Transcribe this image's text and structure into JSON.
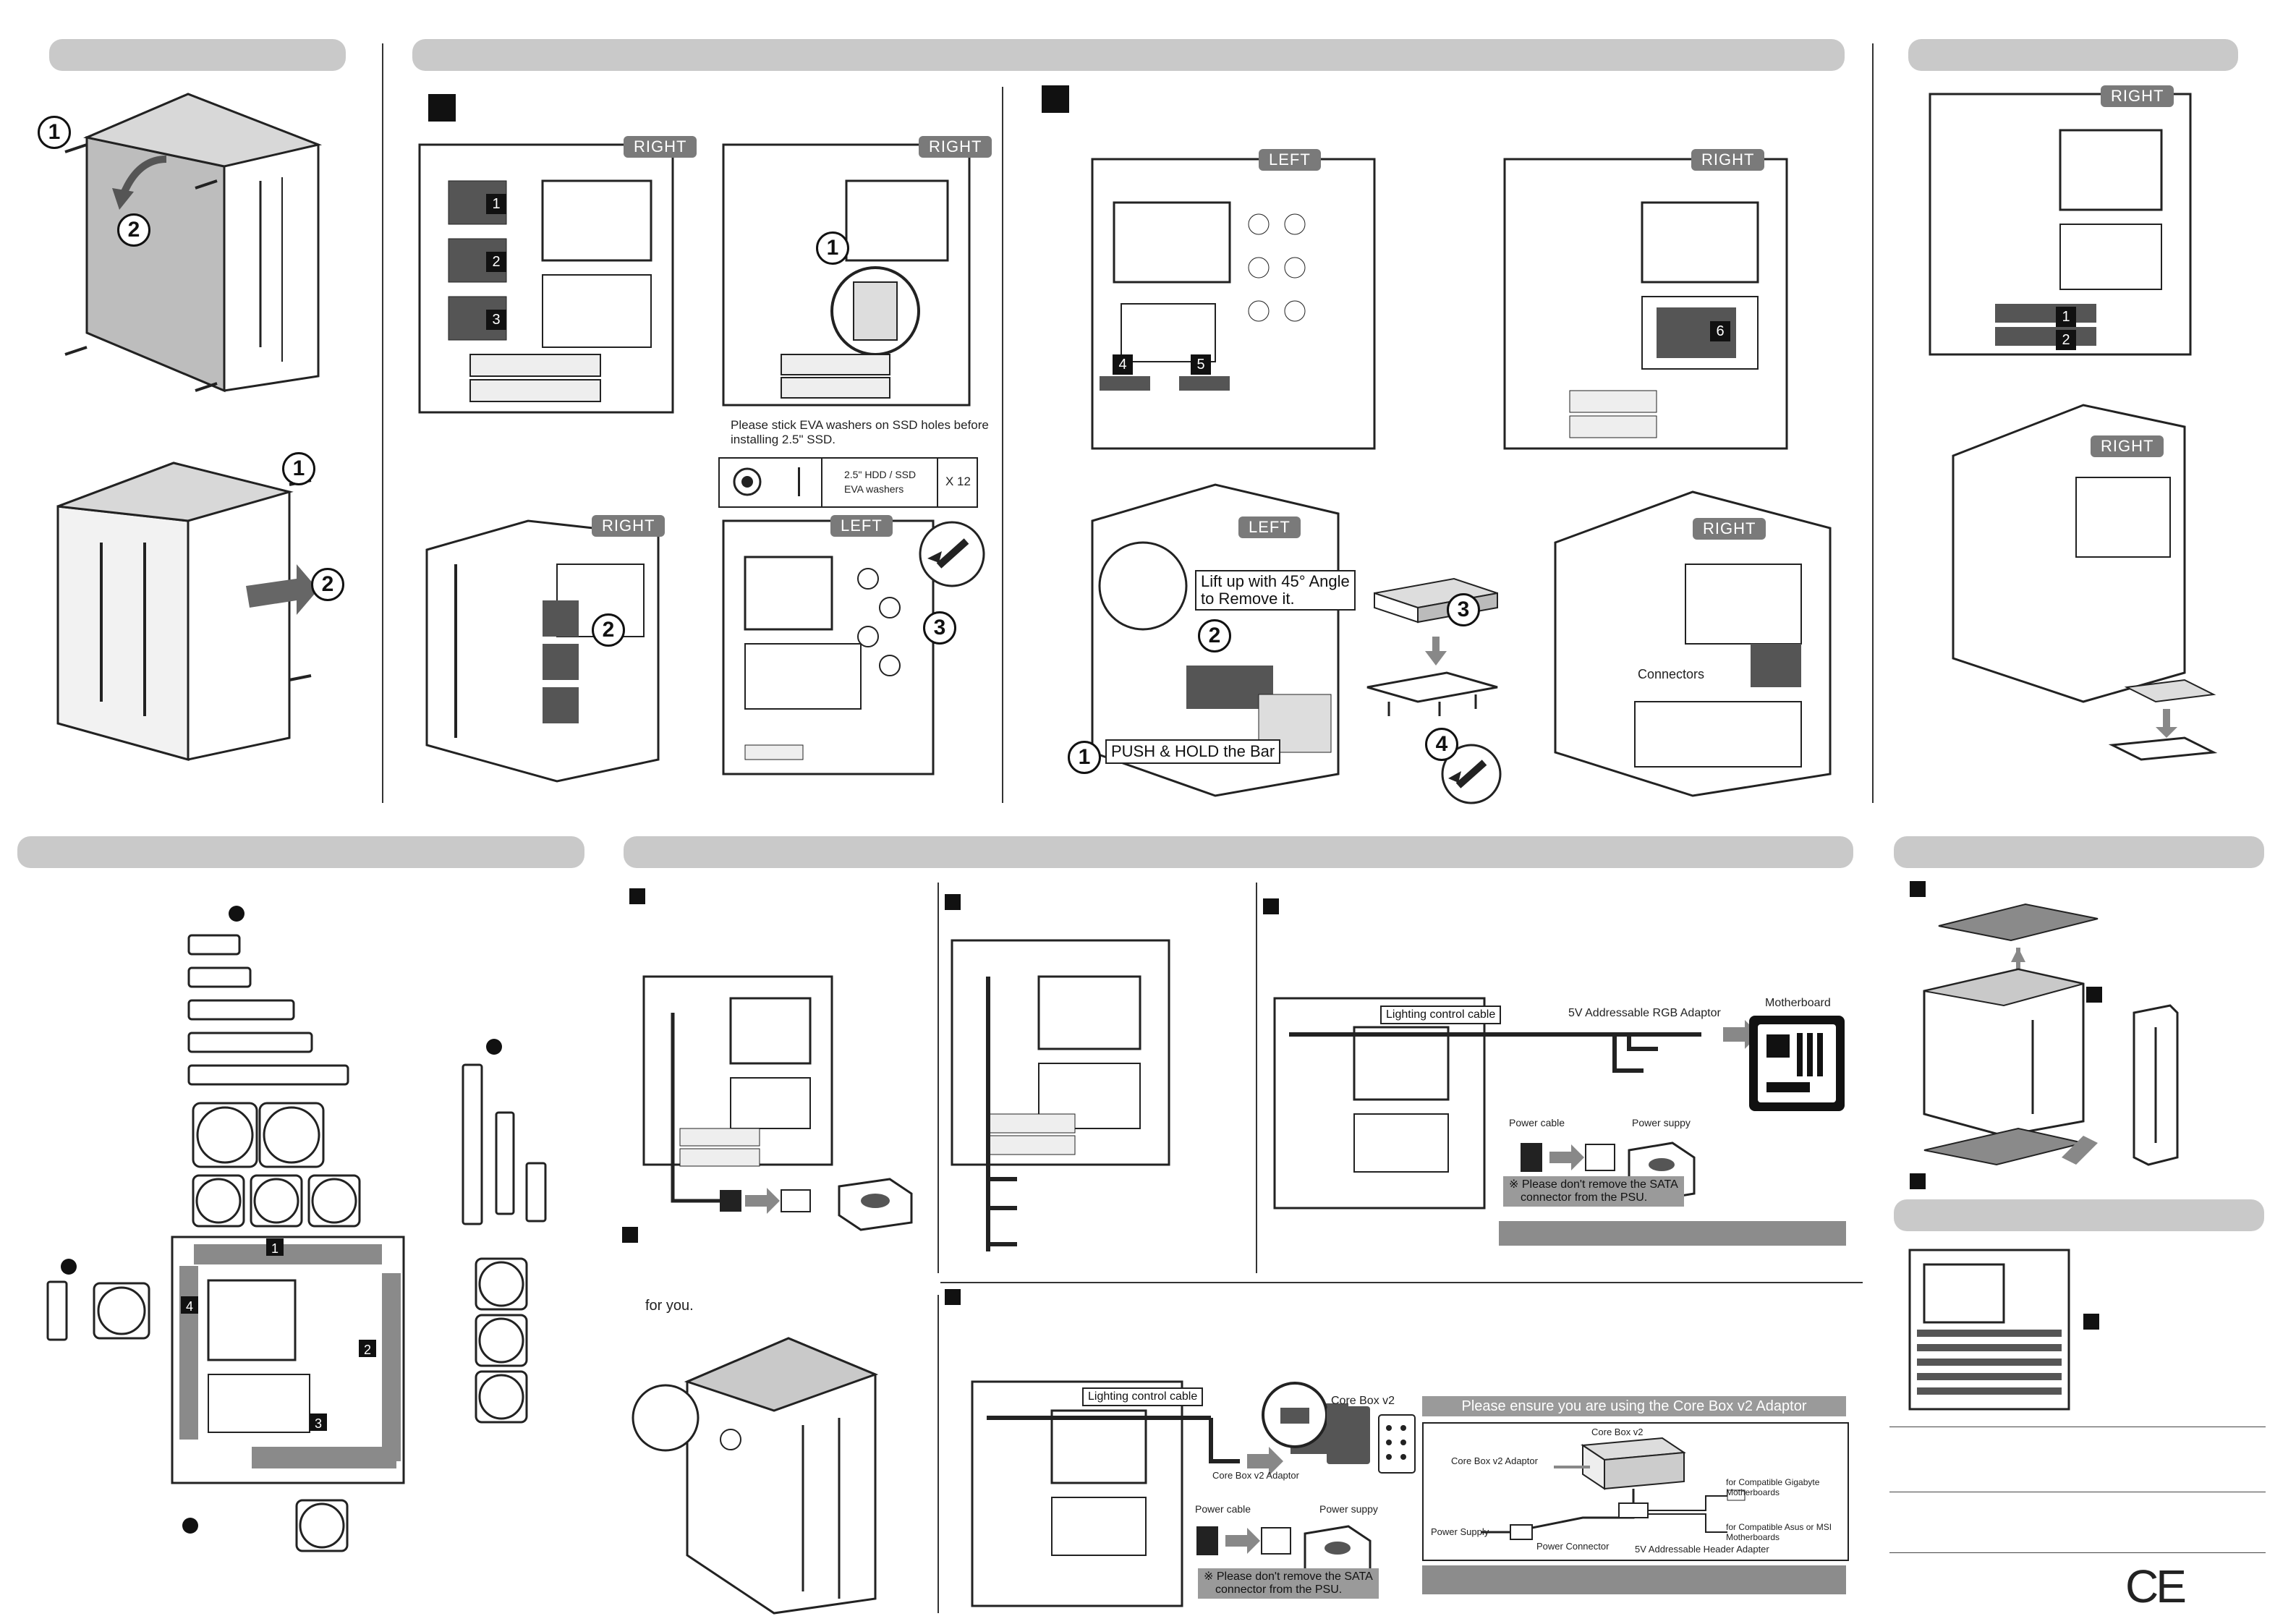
{
  "case_tags": {
    "right": "RIGHT",
    "left": "LEFT"
  },
  "callouts": {
    "step1": "1",
    "step2": "2",
    "step3": "3",
    "step4": "4",
    "step5": "5",
    "step6": "6"
  },
  "ssd": {
    "note_line1": "Please stick EVA washers on SSD holes before",
    "note_line2": "installing 2.5\" SSD.",
    "table_label_line1": "2.5\"  HDD / SSD",
    "table_label_line2": "EVA washers",
    "table_qty": "X 12"
  },
  "hdd": {
    "lift_line1": "Lift up with 45° Angle",
    "lift_line2": "to Remove it.",
    "push_label": "PUSH & HOLD the Bar",
    "connectors": "Connectors"
  },
  "rgb": {
    "for_you": "for you.",
    "lighting_cable": "Lighting control cable",
    "adaptor": "5V Addressable RGB Adaptor",
    "motherboard": "Motherboard",
    "power_cable": "Power cable",
    "power_supply": "Power suppy",
    "warning_line1": "※ Please don't remove the SATA",
    "warning_line2": "connector from the PSU."
  },
  "corebox": {
    "lighting_cable": "Lighting control cable",
    "core_box": "Core Box v2",
    "core_box_adaptor": "Core Box v2 Adaptor",
    "power_cable": "Power cable",
    "power_supply": "Power suppy",
    "warning_line1": "※ Please don't remove the SATA",
    "warning_line2": "connector from the PSU.",
    "ensure": "Please ensure you are using the Core Box v2 Adaptor",
    "diag_core_box": "Core Box v2",
    "diag_adaptor": "Core Box v2 Adaptor",
    "diag_gigabyte_line1": "for Compatible Gigabyte",
    "diag_gigabyte_line2": "Motherboards",
    "diag_asus_line1": "for Compatible Asus or MSI",
    "diag_asus_line2": "Motherboards",
    "diag_power_supply": "Power Supply",
    "diag_power_connector": "Power Connector",
    "diag_header_adapter": "5V Addressable Header Adapter"
  },
  "mark": "CE"
}
